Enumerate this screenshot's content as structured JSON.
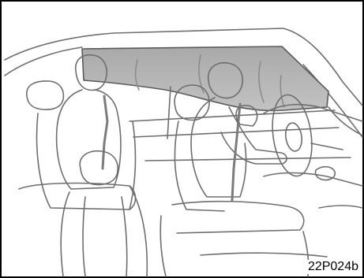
{
  "figure": {
    "code": "22P024b",
    "colors": {
      "frame": "#000000",
      "background": "#ffffff",
      "line": "#6e6e6e",
      "airbag_fill": "#b4b4b4",
      "airbag_dark": "#8c8c8c"
    },
    "depicts": [
      "car-interior",
      "curtain-shield-airbag",
      "rear-passenger-dummy",
      "driver-dummy",
      "steering-wheel",
      "front-seat",
      "rear-seat"
    ]
  }
}
